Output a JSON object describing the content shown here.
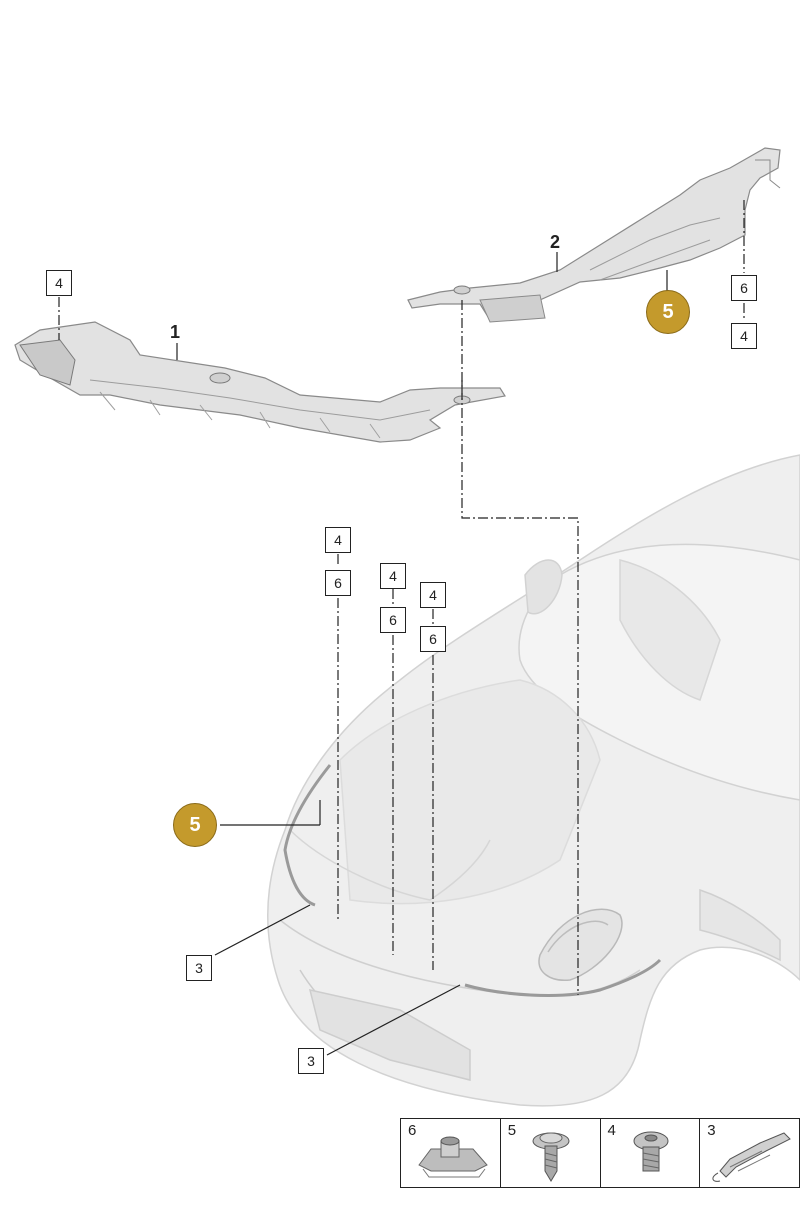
{
  "part_labels": {
    "part_1": "1",
    "part_2": "2"
  },
  "callouts": {
    "top_left_4": "4",
    "right_6": "6",
    "right_4": "4",
    "a_4": "4",
    "a_6": "6",
    "b_4": "4",
    "b_6": "6",
    "c_4": "4",
    "c_6": "6",
    "clip_3_upper": "3",
    "clip_3_lower": "3"
  },
  "highlight_callouts": {
    "upper_5": "5",
    "lower_5": "5"
  },
  "legend": [
    {
      "number": "6",
      "icon": "speed-nut-icon"
    },
    {
      "number": "5",
      "icon": "flange-screw-icon"
    },
    {
      "number": "4",
      "icon": "torx-screw-icon"
    },
    {
      "number": "3",
      "icon": "spring-clip-icon"
    }
  ],
  "colors": {
    "highlight": "#c49a2c",
    "line": "#222222",
    "part_fill": "#e6e6e6",
    "car_fill": "#ededed"
  }
}
